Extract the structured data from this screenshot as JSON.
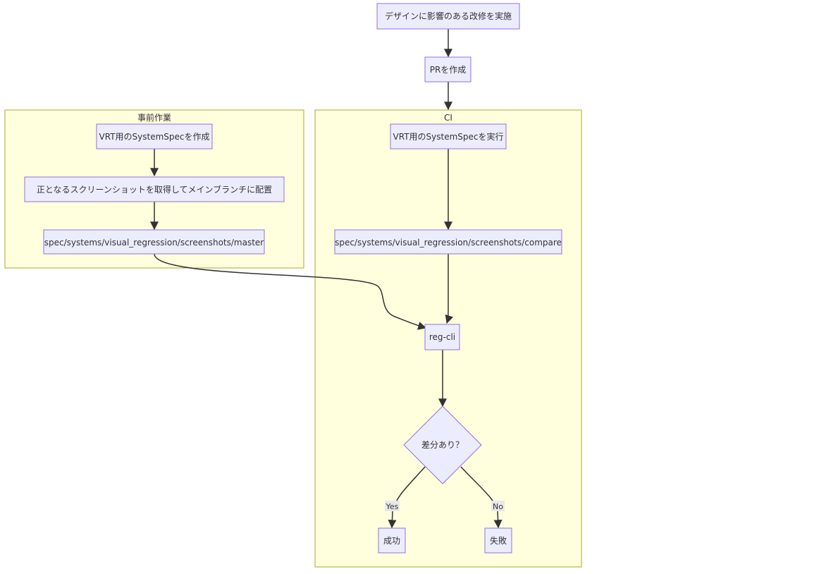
{
  "clusters": {
    "prework": "事前作業",
    "ci": "CI"
  },
  "nodes": {
    "design_change": "デザインに影響のある改修を実施",
    "create_pr": "PRを作成",
    "create_spec": "VRT用のSystemSpecを作成",
    "place_master": "正となるスクリーンショットを取得してメインブランチに配置",
    "master_dir": "spec/systems/visual_regression/screenshots/master",
    "run_spec": "VRT用のSystemSpecを実行",
    "compare_dir": "spec/systems/visual_regression/screenshots/compare",
    "reg_cli": "reg-cli",
    "diff_question": "差分あり？",
    "success": "成功",
    "failure": "失敗"
  },
  "edge_labels": {
    "yes": "Yes",
    "no": "No"
  }
}
